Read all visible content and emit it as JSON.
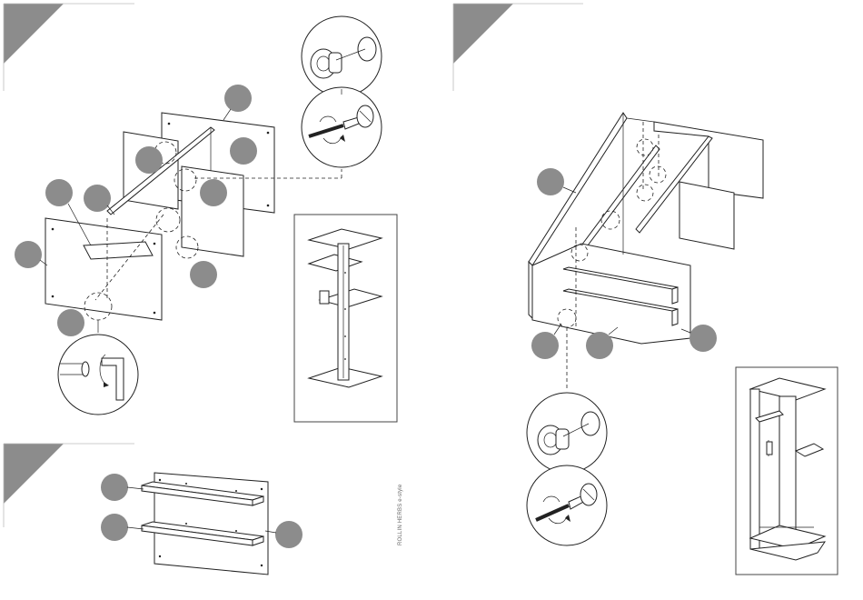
{
  "document": {
    "type": "furniture assembly instruction sheet",
    "footer_text": "ROLLIN HERBS e-style",
    "colors": {
      "line": "#222222",
      "step_marker": "#8c8c8c",
      "part_callout": "#8c8c8c",
      "panel_fill": "#ffffff"
    }
  },
  "steps": [
    {
      "id": "step-a",
      "marker_icon": "gray-triangle-step-marker",
      "callout_count": 10,
      "details": [
        "cam-lock-insert-icon",
        "screwdriver-turn-icon",
        "allen-key-dowel-icon"
      ]
    },
    {
      "id": "step-b",
      "marker_icon": "gray-triangle-step-marker",
      "callout_count": 3
    },
    {
      "id": "step-c",
      "marker_icon": "gray-triangle-step-marker",
      "callout_count": 4,
      "details": [
        "cam-lock-insert-icon",
        "screwdriver-turn-icon"
      ]
    }
  ],
  "preview_boxes": [
    {
      "id": "preview-left",
      "icon": "finished-shelf-unit-icon"
    },
    {
      "id": "preview-right",
      "icon": "finished-wardrobe-unit-icon"
    }
  ]
}
